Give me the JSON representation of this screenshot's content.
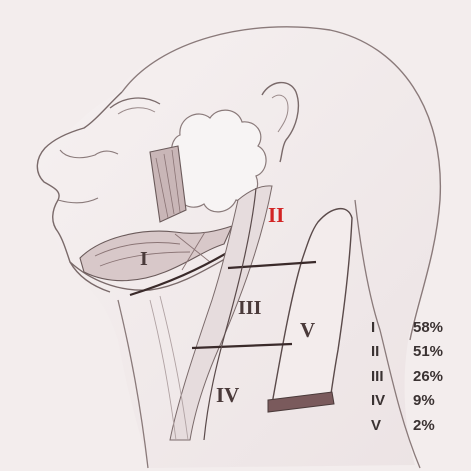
{
  "diagram": {
    "regions": [
      {
        "id": "I",
        "label": "I",
        "highlighted": false
      },
      {
        "id": "II",
        "label": "II",
        "highlighted": true
      },
      {
        "id": "III",
        "label": "III",
        "highlighted": false
      },
      {
        "id": "IV",
        "label": "IV",
        "highlighted": false
      },
      {
        "id": "V",
        "label": "V",
        "highlighted": false
      }
    ],
    "legend": [
      {
        "level": "I",
        "value": "58%"
      },
      {
        "level": "II",
        "value": "51%"
      },
      {
        "level": "III",
        "value": "26%"
      },
      {
        "level": "IV",
        "value": "9%"
      },
      {
        "level": "V",
        "value": "2%"
      }
    ]
  },
  "colors": {
    "background": "#f3eded",
    "line": "#5a4a4a",
    "highlight": "#d22323",
    "text": "#3a3232"
  }
}
